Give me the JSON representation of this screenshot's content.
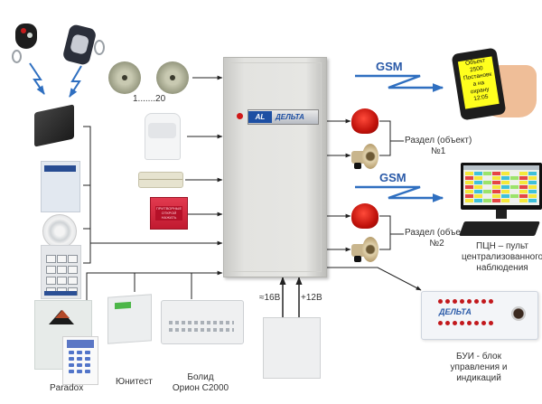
{
  "diagram": {
    "title": "Схема подключения системы охранной сигнализации Дельта",
    "central_unit": {
      "brand_label": "ДЕЛЬТА",
      "logo_mark": "AL"
    },
    "remotes": {
      "icon_names": [
        "keyfob-icon",
        "keyfob-icon"
      ]
    },
    "wireless_sensors": {
      "range_label": "1.......20"
    },
    "links": {
      "gsm_top": "GSM",
      "gsm_bottom": "GSM"
    },
    "phone": {
      "sms_lines": [
        "Объект",
        "2500",
        "Постановк",
        "а на",
        "охрану",
        "12:05"
      ]
    },
    "partitions": [
      {
        "label_line1": "Раздел (объект)",
        "label_line2": "№1"
      },
      {
        "label_line1": "Раздел (объект",
        "label_line2": "№2"
      }
    ],
    "monitoring_station": {
      "label_lines": [
        "ПЦН – пульт",
        "централизованного",
        "наблюдения"
      ]
    },
    "power_supply": {
      "ac_label": "≈16В",
      "dc_label": "+12В"
    },
    "control_panel": {
      "brand_label": "ДЕЛЬТА",
      "label_lines": [
        "БУИ - блок",
        "управления и",
        "индикаций"
      ]
    },
    "third_party_panels": [
      {
        "label": "Paradox"
      },
      {
        "label": "Юнитест"
      },
      {
        "label_line1": "Болид",
        "label_line2": "Орион С2000"
      }
    ],
    "mcp_text": "ПРИТВОРНЫЕ ОТКРОЙ НАЖАТЬ",
    "colors": {
      "wire": "#222222",
      "radio": "#2f6fc0",
      "gsm": "#2a5aa8",
      "brand_blue": "#1d4fa3",
      "phone_screen": "#ffff1e"
    }
  }
}
